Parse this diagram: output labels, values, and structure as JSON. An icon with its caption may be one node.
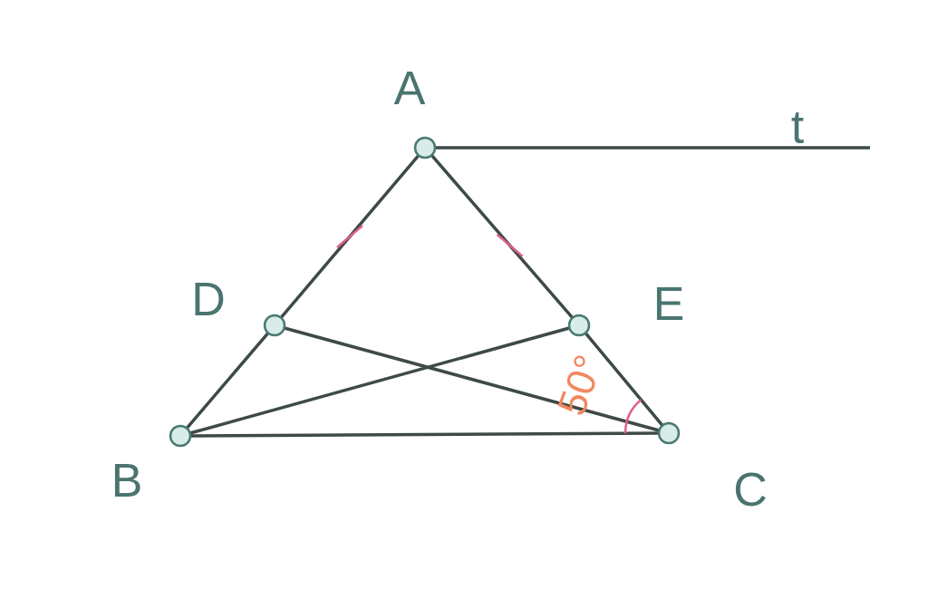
{
  "diagram": {
    "nodes": [
      {
        "text": [
          "A"
        ]
      },
      {
        "text": [
          "B"
        ]
      },
      {
        "text": [
          "C"
        ]
      },
      {
        "text": [
          "D"
        ]
      },
      {
        "text": [
          "E"
        ]
      }
    ],
    "edges": [
      {
        "from": 0,
        "to": 3,
        "arrow": "none"
      },
      {
        "from": 3,
        "to": 1,
        "arrow": "none"
      },
      {
        "from": 0,
        "to": 4,
        "arrow": "none"
      },
      {
        "from": 4,
        "to": 2,
        "arrow": "none"
      },
      {
        "from": 1,
        "to": 2,
        "arrow": "none"
      },
      {
        "from": 1,
        "to": 4,
        "arrow": "none"
      },
      {
        "from": 3,
        "to": 2,
        "arrow": "none"
      },
      {
        "from": 0,
        "to": null,
        "arrow": "none",
        "label": "t"
      }
    ],
    "labels": [
      "50°"
    ]
  }
}
